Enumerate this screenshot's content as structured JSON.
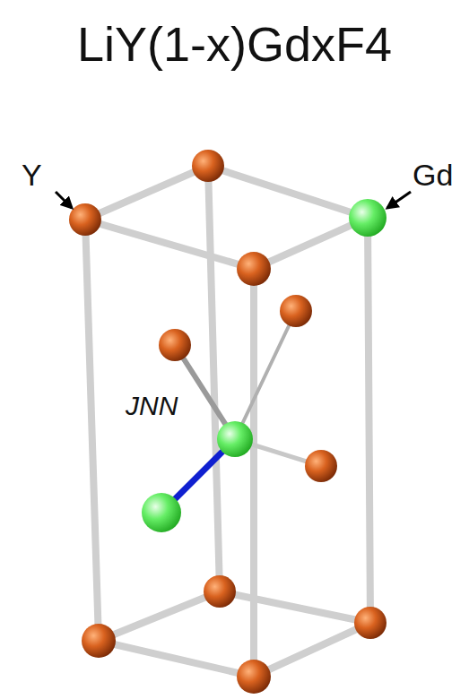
{
  "diagram": {
    "title": "LiY(1-x)GdxF4",
    "labels": [
      "Y",
      "Gd",
      "JNN"
    ]
  }
}
